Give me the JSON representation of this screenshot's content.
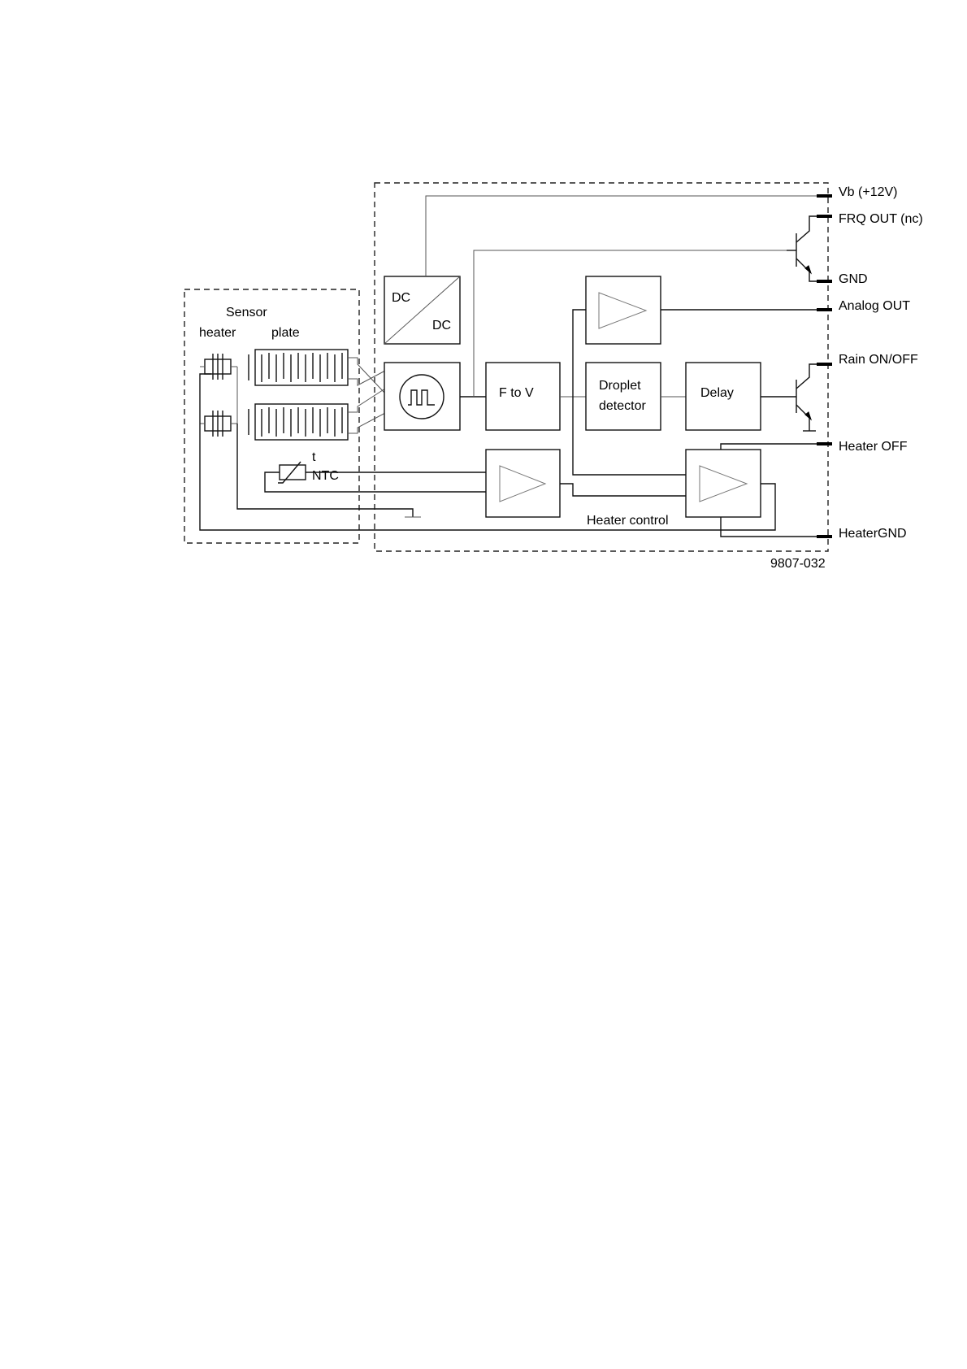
{
  "diagram": {
    "sensor_title": "Sensor",
    "sensor_heater": "heater",
    "sensor_plate": "plate",
    "dcdc_top": "DC",
    "dcdc_bottom": "DC",
    "ftov": "F to V",
    "droplet_line1": "Droplet",
    "droplet_line2": "detector",
    "delay": "Delay",
    "ntc_t": "t",
    "ntc": "NTC",
    "heater_control": "Heater control",
    "figure_id": "9807-032"
  },
  "pins": [
    {
      "id": "vb",
      "label": "Vb (+12V)"
    },
    {
      "id": "frq",
      "label": "FRQ OUT (nc)"
    },
    {
      "id": "gnd",
      "label": "GND"
    },
    {
      "id": "analog",
      "label": "Analog OUT"
    },
    {
      "id": "rain",
      "label": "Rain ON/OFF"
    },
    {
      "id": "heater-off",
      "label": "Heater OFF"
    },
    {
      "id": "heatergnd",
      "label": "HeaterGND"
    }
  ]
}
